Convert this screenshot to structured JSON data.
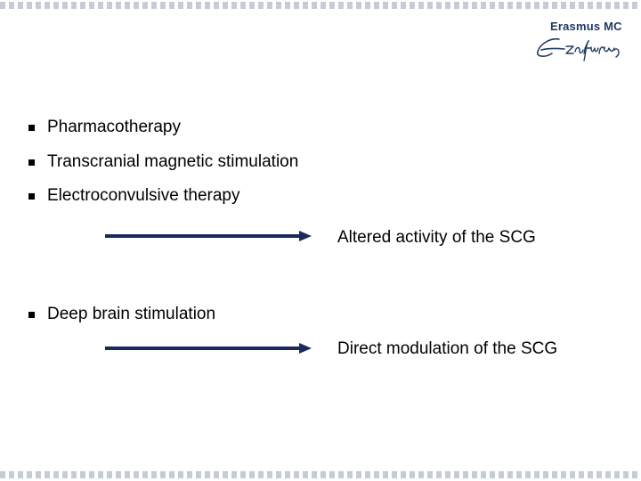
{
  "logo": {
    "name": "Erasmus MC",
    "signature": "Ezafung"
  },
  "colors": {
    "arrow": "#1a2a5c",
    "logo": "#1f3a63",
    "border": "#c5ccd6"
  },
  "bullets_group1": [
    "Pharmacotherapy",
    "Transcranial magnetic stimulation",
    "Electroconvulsive therapy"
  ],
  "result1": "Altered activity of the SCG",
  "bullets_group2": [
    "Deep brain stimulation"
  ],
  "result2": "Direct modulation of the SCG"
}
